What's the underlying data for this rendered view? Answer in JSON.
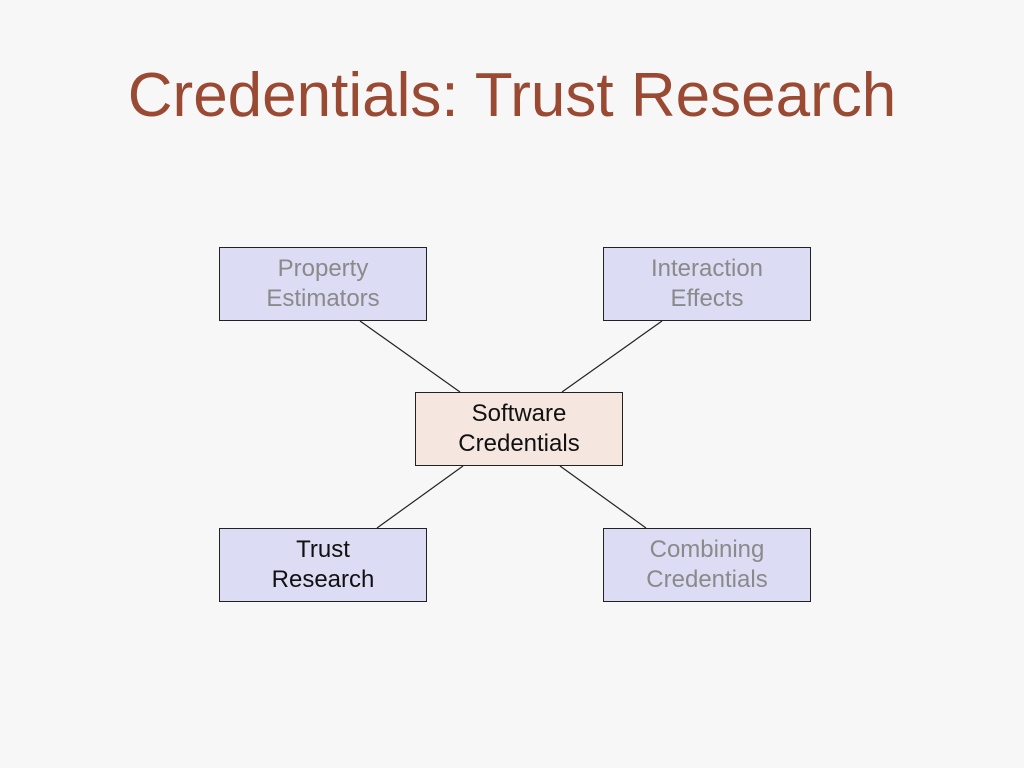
{
  "slide": {
    "title": "Credentials: Trust Research"
  },
  "nodes": {
    "top_left": {
      "lines": [
        "Property",
        "Estimators"
      ]
    },
    "top_right": {
      "lines": [
        "Interaction",
        "Effects"
      ]
    },
    "center": {
      "lines": [
        "Software",
        "Credentials"
      ]
    },
    "bottom_left": {
      "lines": [
        "Trust",
        "Research"
      ]
    },
    "bottom_right": {
      "lines": [
        "Combining",
        "Credentials"
      ]
    }
  },
  "colors": {
    "title": "#9a4a33",
    "outer_box_fill": "#dcdcf4",
    "center_box_fill": "#f5e6e0",
    "dim_text": "#8a8a8a",
    "active_text": "#111111",
    "background": "#f7f7f7"
  }
}
